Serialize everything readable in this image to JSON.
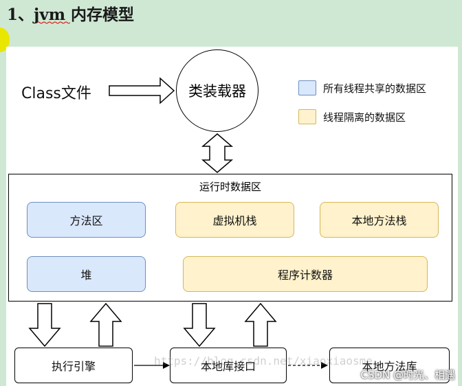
{
  "title": "1、jvm 内存模型",
  "class_file": "Class文件",
  "class_loader": "类装载器",
  "legend": {
    "shared": "所有线程共享的数据区",
    "isolated": "线程隔离的数据区",
    "shared_color": "#dae8fc",
    "isolated_color": "#fff2cc"
  },
  "runtime_data_area": {
    "title": "运行时数据区",
    "method_area": "方法区",
    "vm_stack": "虚拟机栈",
    "native_method_stack": "本地方法栈",
    "heap": "堆",
    "program_counter": "程序计数器"
  },
  "execution_engine": "执行引擎",
  "native_interface": "本地库接口",
  "native_library": "本地方法库",
  "watermark": "https://blog.csdn.net/xiaoxiaosme",
  "credit": "CSDN @时光、相遇"
}
